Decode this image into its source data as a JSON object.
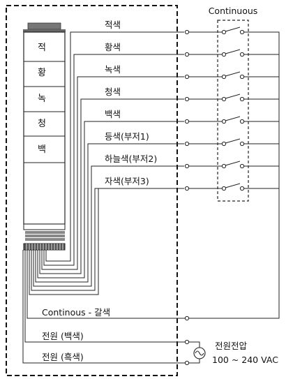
{
  "header": {
    "switch_mode": "Continuous"
  },
  "segments": [
    "적",
    "황",
    "녹",
    "청",
    "백"
  ],
  "wires": [
    "적색",
    "황색",
    "녹색",
    "청색",
    "백색",
    "등색(부저1)",
    "하늘색(부저2)",
    "자색(부저3)"
  ],
  "common_wire": "Continous - 갈색",
  "power": {
    "white_wire": "전원 (백색)",
    "black_wire": "전원 (흑색)",
    "source_title": "전원전압",
    "source_range": "100 ~ 240 VAC"
  }
}
